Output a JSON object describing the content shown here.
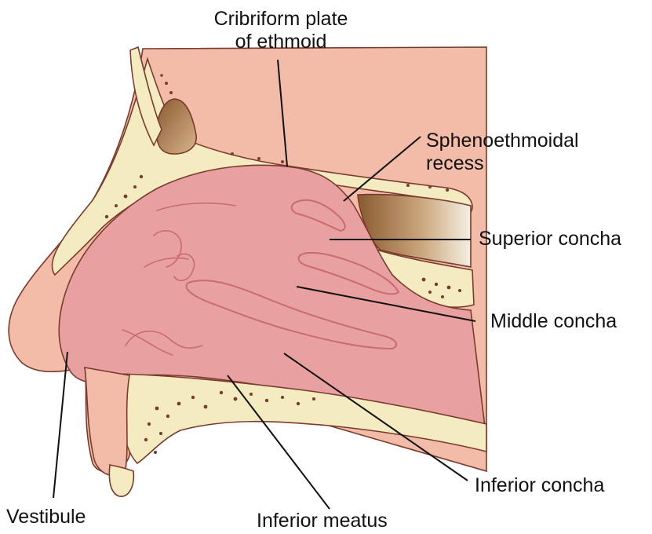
{
  "colors": {
    "mucosa": "#e8a0a0",
    "mucosa_dark": "#c86c6e",
    "skin": "#f2bca8",
    "bone": "#f4ecc0",
    "outline": "#7a3b2e",
    "sinus_dark": "#8a5a30",
    "sinus_light": "#f6efe4",
    "leader": "#111111"
  },
  "labels": {
    "cribriform": {
      "line1": "Cribriform plate",
      "line2": "of ethmoid"
    },
    "sphenoethmoidal": {
      "line1": "Sphenoethmoidal",
      "line2": "recess"
    },
    "superior_concha": "Superior concha",
    "middle_concha": "Middle concha",
    "inferior_concha": "Inferior concha",
    "vestibule": "Vestibule",
    "inferior_meatus": "Inferior meatus"
  }
}
